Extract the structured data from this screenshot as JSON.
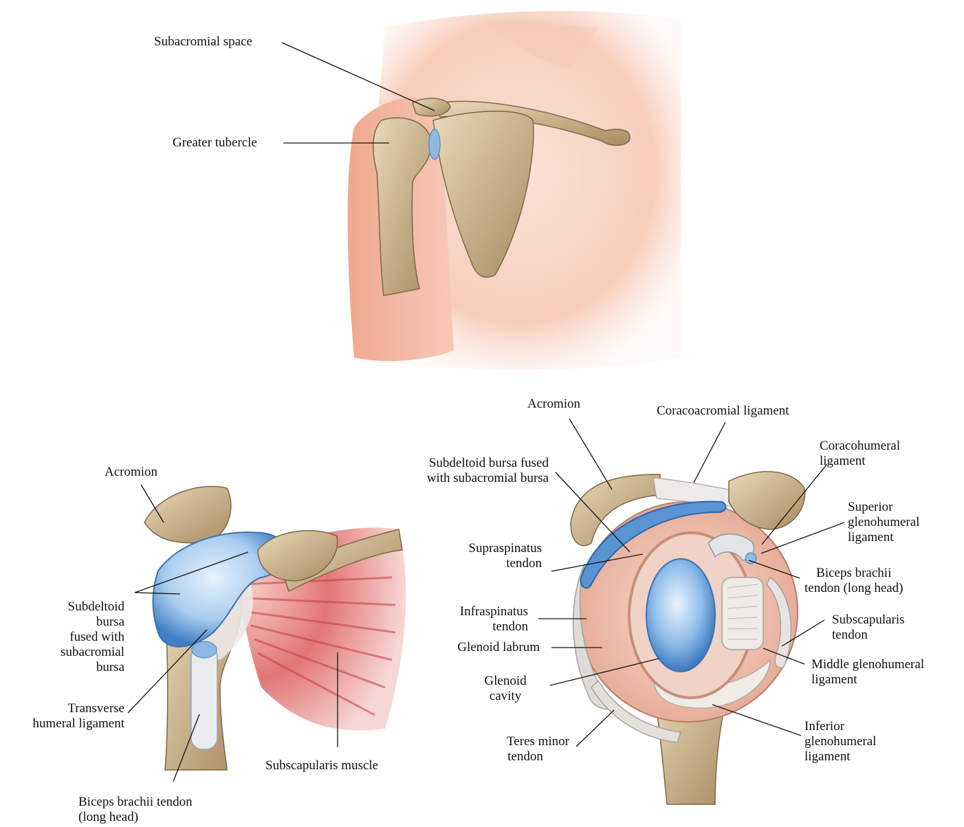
{
  "palette": {
    "skin": "#f2b7a1",
    "skin_light": "#f8d3c4",
    "bone": "#c9b48c",
    "bone_dark": "#8d7450",
    "bursa": "#4f8fd0",
    "bursa_light": "#a9cdef",
    "muscle": "#d1434a",
    "muscle_light": "#ee9a9a",
    "tendon": "#e9e5e2",
    "cartilage": "#f1d2c7"
  },
  "top_view": {
    "subacromial_space": "Subacromial space",
    "greater_tubercle": "Greater tubercle"
  },
  "left_view": {
    "acromion": "Acromion",
    "subdeltoid_bursa": [
      "Subdeltoid",
      "bursa",
      "fused with",
      "subacromial",
      "bursa"
    ],
    "transverse_humeral_ligament": [
      "Transverse",
      "humeral ligament"
    ],
    "biceps_tendon": [
      "Biceps brachii tendon",
      "(long head)"
    ],
    "subscapularis_muscle": "Subscapularis  muscle"
  },
  "right_view": {
    "acromion": "Acromion",
    "coracoacromial_ligament": "Coracoacromial ligament",
    "coracohumeral_ligament": [
      "Coracohumeral",
      "ligament"
    ],
    "subdeltoid_bursa_fused": [
      "Subdeltoid bursa fused",
      "with subacromial bursa"
    ],
    "superior_glenohumeral_ligament": [
      "Superior",
      "glenohumeral",
      "ligament"
    ],
    "supraspinatus_tendon": [
      "Supraspinatus",
      "tendon"
    ],
    "biceps_tendon": [
      "Biceps brachii",
      "tendon (long head)"
    ],
    "infraspinatus_tendon": [
      "Infraspinatus",
      "tendon"
    ],
    "subscapularis_tendon": [
      "Subscapularis",
      "tendon"
    ],
    "glenoid_labrum": "Glenoid labrum",
    "middle_glenohumeral_ligament": [
      "Middle glenohumeral",
      "ligament"
    ],
    "glenoid_cavity": [
      "Glenoid",
      "cavity"
    ],
    "inferior_glenohumeral_ligament": [
      "Inferior",
      "glenohumeral",
      "ligament"
    ],
    "teres_minor_tendon": [
      "Teres minor",
      "tendon"
    ]
  }
}
